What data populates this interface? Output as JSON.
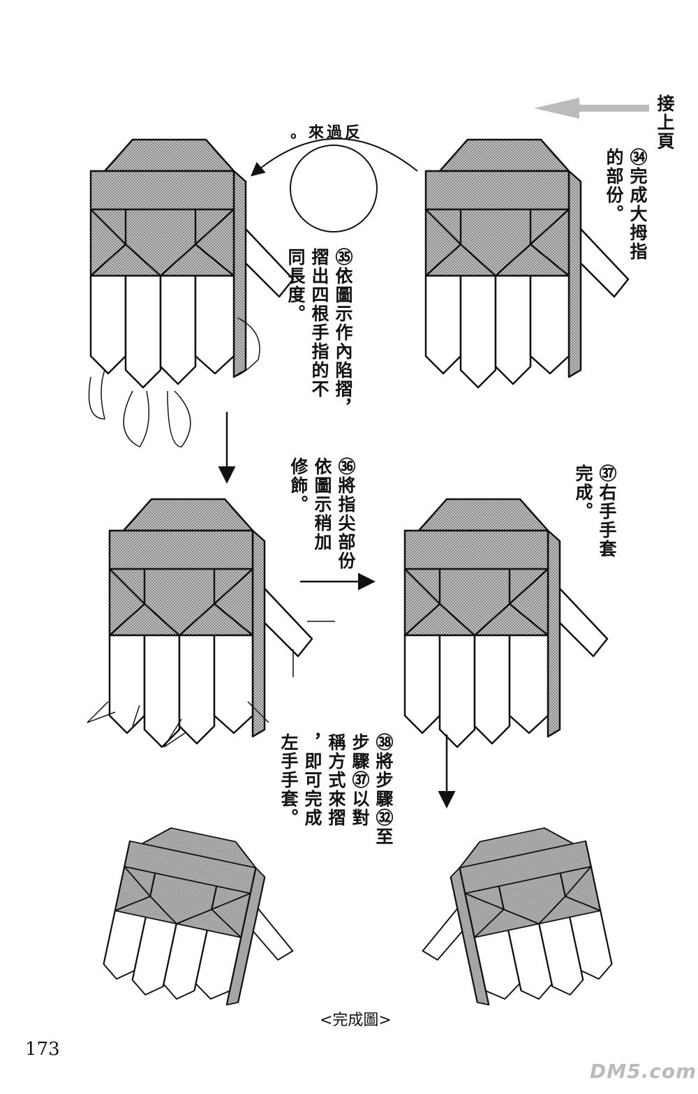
{
  "continued_label": "接上頁",
  "flip_label": "反過來。",
  "steps": [
    {
      "number": "㉞",
      "lines": [
        "完成大拇指",
        "的部份。"
      ]
    },
    {
      "number": "㉟",
      "lines": [
        "依圖示作內陷摺，",
        "摺出四根手指的不",
        "同長度。"
      ]
    },
    {
      "number": "㊱",
      "lines": [
        "將指尖部份",
        "依圖示稍加",
        "修飾。"
      ]
    },
    {
      "number": "㊲",
      "lines": [
        "右手手套",
        "完成。"
      ]
    },
    {
      "number": "㊳",
      "lines": [
        "將步驟㉜至",
        "步驟㊲以對",
        "稱方式來摺",
        "，即可完成",
        "左手手套。"
      ]
    }
  ],
  "caption": "<完成圖>",
  "page_number": "173",
  "watermark": "DM5.com",
  "colors": {
    "ink": "#111111",
    "screen": "#9a9a9a"
  }
}
